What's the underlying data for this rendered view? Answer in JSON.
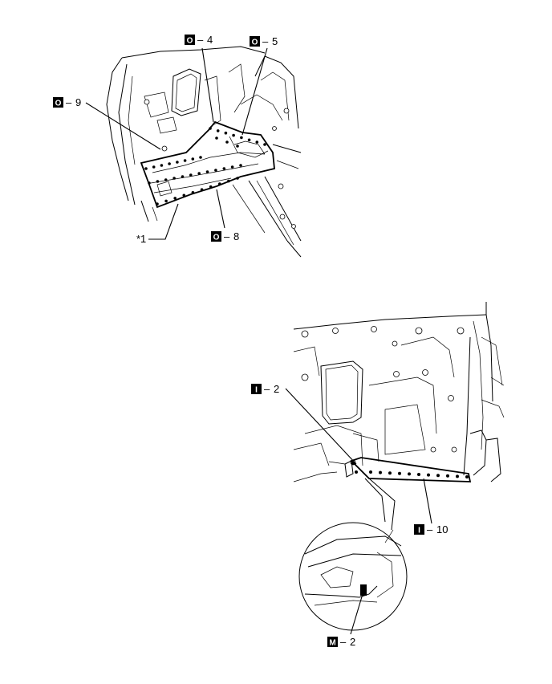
{
  "callouts": {
    "o4": {
      "badge": "O",
      "dash": "–",
      "num": "4"
    },
    "o5": {
      "badge": "O",
      "dash": "–",
      "num": "5"
    },
    "o9": {
      "badge": "O",
      "dash": "–",
      "num": "9"
    },
    "o8": {
      "badge": "O",
      "dash": "–",
      "num": "8"
    },
    "ref1": {
      "text": "*1"
    },
    "i2": {
      "badge": "I",
      "dash": "–",
      "num": "2"
    },
    "i10": {
      "badge": "I",
      "dash": "–",
      "num": "10"
    },
    "m2": {
      "badge": "M",
      "dash": "–",
      "num": "2"
    }
  },
  "colors": {
    "line": "#000000",
    "background": "#ffffff",
    "badge": "#000000",
    "badge_text": "#ffffff"
  }
}
